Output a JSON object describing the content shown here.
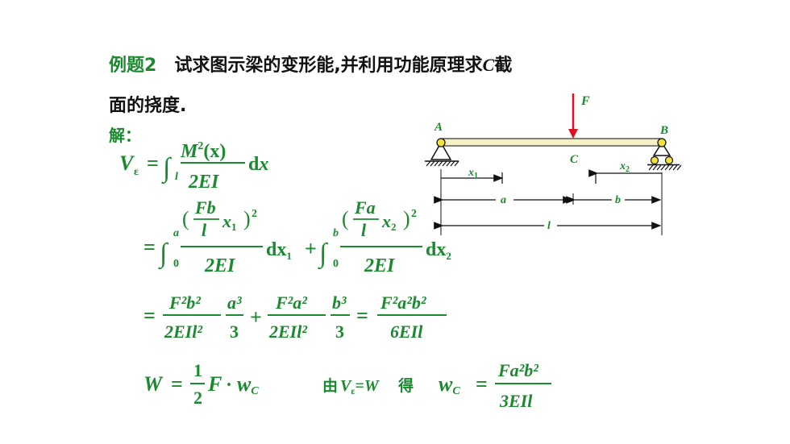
{
  "problem": {
    "label": "例题2",
    "text_line1_pre": "试求图示梁的变形能,并利用功能原理求",
    "text_line1_var": "C",
    "text_line1_post": "截",
    "text_line2": "面的挠度."
  },
  "solution_label": "解：",
  "diagram": {
    "force_label": "F",
    "support_a_label": "A",
    "support_b_label": "B",
    "point_c_label": "C",
    "x1_label": "x",
    "x1_sub": "1",
    "x2_label": "x",
    "x2_sub": "2",
    "dim_a_label": "a",
    "dim_b_label": "b",
    "dim_l_label": "l",
    "colors": {
      "beam_fill": "#f6f0c4",
      "support_fill": "#f2e23a",
      "force_arrow": "#e01020",
      "labels": "#1a8a2e"
    }
  },
  "equations": {
    "eq1": {
      "lhs": "V",
      "lhs_sub": "ε",
      "equals": "=",
      "integral_lower": "l",
      "num_M": "M",
      "num_sup": "2",
      "num_arg": "(x)",
      "den": "2EI",
      "d": "d",
      "dvar": "x"
    },
    "eq2": {
      "equals": "=",
      "int1_upper": "a",
      "int1_lower": "0",
      "frac1_num": "Fb",
      "frac1_den": "l",
      "var1": "x",
      "var1_sub": "1",
      "power": "2",
      "den": "2EI",
      "d1": "dx",
      "d1_sub": "1",
      "plus": "+",
      "int2_upper": "b",
      "int2_lower": "0",
      "frac2_num": "Fa",
      "frac2_den": "l",
      "var2": "x",
      "var2_sub": "2",
      "d2": "dx",
      "d2_sub": "2"
    },
    "eq3": {
      "equals": "=",
      "t1_num": "F²b²",
      "t1_den": "2EIl²",
      "t1_frac_num": "a³",
      "t1_frac_den": "3",
      "plus": "+",
      "t2_num": "F²a²",
      "t2_den": "2EIl²",
      "t2_frac_num": "b³",
      "t2_frac_den": "3",
      "equals2": "=",
      "res_num": "F²a²b²",
      "res_den": "6EIl"
    },
    "eq4": {
      "lhs": "W",
      "equals": "=",
      "half_num": "1",
      "half_den": "2",
      "F": "F",
      "dot": "·",
      "w": "w",
      "w_sub": "C"
    },
    "eq5": {
      "pre": "由",
      "V": "V",
      "V_sub": "ε",
      "eq": "=",
      "W": "W",
      "post": "得",
      "w": "w",
      "w_sub": "C",
      "equals": "=",
      "num": "Fa²b²",
      "den": "3EIl"
    }
  }
}
